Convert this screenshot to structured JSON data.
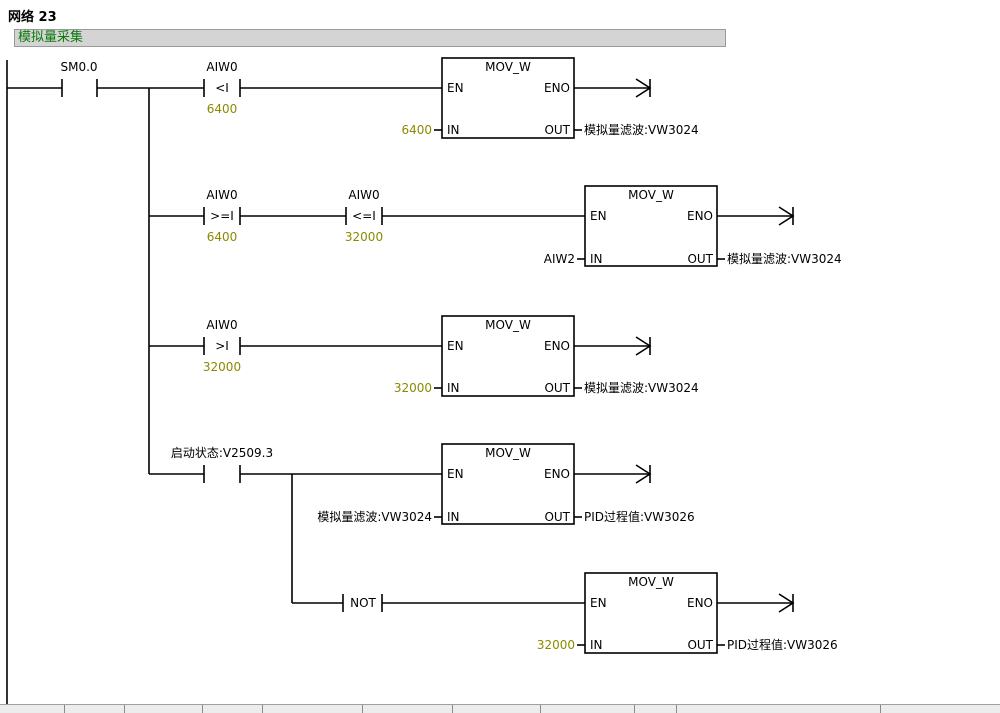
{
  "network": {
    "title": "网络 23",
    "comment": "模拟量采集"
  },
  "rungs": {
    "r1": {
      "contact": {
        "label": "SM0.0"
      },
      "compare": {
        "operand": "AIW0",
        "op": "<I",
        "value": "6400"
      },
      "box": {
        "name": "MOV_W",
        "en": "EN",
        "eno": "ENO",
        "in_label": "IN",
        "out_label": "OUT",
        "in": "6400",
        "out": "模拟量滤波:VW3024"
      }
    },
    "r2": {
      "compare1": {
        "operand": "AIW0",
        "op": ">=I",
        "value": "6400"
      },
      "compare2": {
        "operand": "AIW0",
        "op": "<=I",
        "value": "32000"
      },
      "box": {
        "name": "MOV_W",
        "en": "EN",
        "eno": "ENO",
        "in_label": "IN",
        "out_label": "OUT",
        "in": "AIW2",
        "out": "模拟量滤波:VW3024"
      }
    },
    "r3": {
      "compare": {
        "operand": "AIW0",
        "op": ">I",
        "value": "32000"
      },
      "box": {
        "name": "MOV_W",
        "en": "EN",
        "eno": "ENO",
        "in_label": "IN",
        "out_label": "OUT",
        "in": "32000",
        "out": "模拟量滤波:VW3024"
      }
    },
    "r4": {
      "contact": {
        "label": "启动状态:V2509.3"
      },
      "box": {
        "name": "MOV_W",
        "en": "EN",
        "eno": "ENO",
        "in_label": "IN",
        "out_label": "OUT",
        "in": "模拟量滤波:VW3024",
        "out": "PID过程值:VW3026"
      }
    },
    "r5": {
      "not_label": "NOT",
      "box": {
        "name": "MOV_W",
        "en": "EN",
        "eno": "ENO",
        "in_label": "IN",
        "out_label": "OUT",
        "in": "32000",
        "out": "PID过程值:VW3026"
      }
    }
  }
}
